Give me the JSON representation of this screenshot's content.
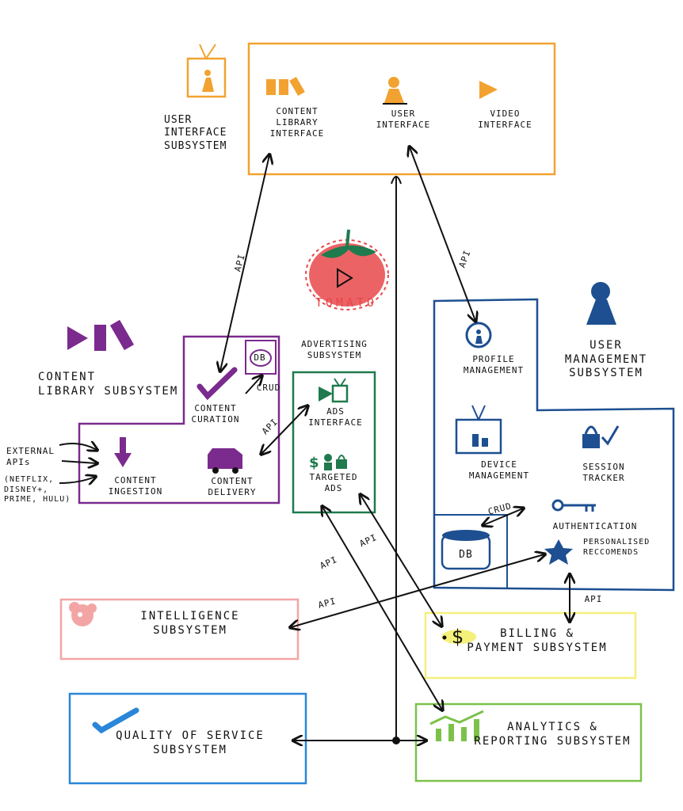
{
  "colors": {
    "ui": "#f2a230",
    "content": "#7b2a8e",
    "ads": "#1f7a4d",
    "user": "#1d4f91",
    "intelligence": "#f3a5a5",
    "billing": "#f4f07a",
    "qos": "#2a86d8",
    "analytics": "#7cc24a",
    "tomato": "#e8484a"
  },
  "ui_subsystem": {
    "title": "USER\nINTERFACE\nSUBSYSTEM",
    "content_library_interface": "CONTENT\nLIBRARY\nINTERFACE",
    "user_interface": "USER\nINTERFACE",
    "video_interface": "VIDEO\nINTERFACE"
  },
  "logo": {
    "text": "TOMATO"
  },
  "content_subsystem": {
    "title": "CONTENT\nLIBRARY SUBSYSTEM",
    "db": "DB",
    "crud": "CRUD",
    "curation": "CONTENT\nCURATION",
    "ingestion": "CONTENT\nINGESTION",
    "delivery": "CONTENT\nDELIVERY",
    "external": "EXTERNAL\nAPIs",
    "external_list": "(NETFLIX,\nDISNEY+,\nPRIME, HULU)"
  },
  "ads_subsystem": {
    "title": "ADVERTISING\nSUBSYSTEM",
    "ads_interface": "ADS\nINTERFACE",
    "targeted_ads": "TARGETED\nADS"
  },
  "user_subsystem": {
    "title": "USER\nMANAGEMENT\nSUBSYSTEM",
    "profile": "PROFILE\nMANAGEMENT",
    "device": "DEVICE\nMANAGEMENT",
    "session": "SESSION\nTRACKER",
    "authentication": "AUTHENTICATION",
    "personalised": "PERSONALISED\nRECCOMENDS",
    "db": "DB",
    "crud": "CRUD"
  },
  "intelligence_subsystem": {
    "title": "INTELLIGENCE\nSUBSYSTEM"
  },
  "billing_subsystem": {
    "title": "BILLING &\nPAYMENT  SUBSYSTEM"
  },
  "qos_subsystem": {
    "title": "QUALITY OF SERVICE\nSUBSYSTEM"
  },
  "analytics_subsystem": {
    "title": "ANALYTICS &\nREPORTING SUBSYSTEM"
  },
  "api_labels": {
    "ui_content": "API",
    "ui_user": "API",
    "delivery_ads": "API",
    "ads_analytics": "API",
    "ads_billing": "API",
    "intelligence": "API",
    "billing": "API"
  }
}
